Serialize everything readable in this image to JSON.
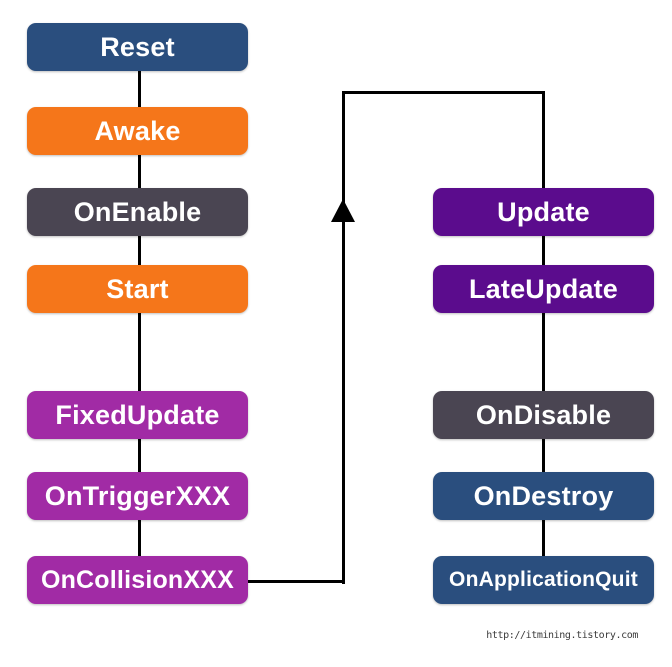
{
  "diagram": {
    "background": "#FFFFFF",
    "connector_color": "#000000",
    "left_nodes": [
      {
        "label": "Reset",
        "color": "#2A4E7E"
      },
      {
        "label": "Awake",
        "color": "#F5761A"
      },
      {
        "label": "OnEnable",
        "color": "#4A4552"
      },
      {
        "label": "Start",
        "color": "#F5761A"
      },
      {
        "label": "FixedUpdate",
        "color": "#A12BA5"
      },
      {
        "label": "OnTriggerXXX",
        "color": "#A12BA5"
      },
      {
        "label": "OnCollisionXXX",
        "color": "#A12BA5"
      }
    ],
    "right_nodes": [
      {
        "label": "Update",
        "color": "#5B0C8D"
      },
      {
        "label": "LateUpdate",
        "color": "#5B0C8D"
      },
      {
        "label": "OnDisable",
        "color": "#4A4552"
      },
      {
        "label": "OnDestroy",
        "color": "#2A4E7E"
      },
      {
        "label": "OnApplicationQuit",
        "color": "#2A4E7E"
      }
    ],
    "footer": "http://itmining.tistory.com"
  }
}
